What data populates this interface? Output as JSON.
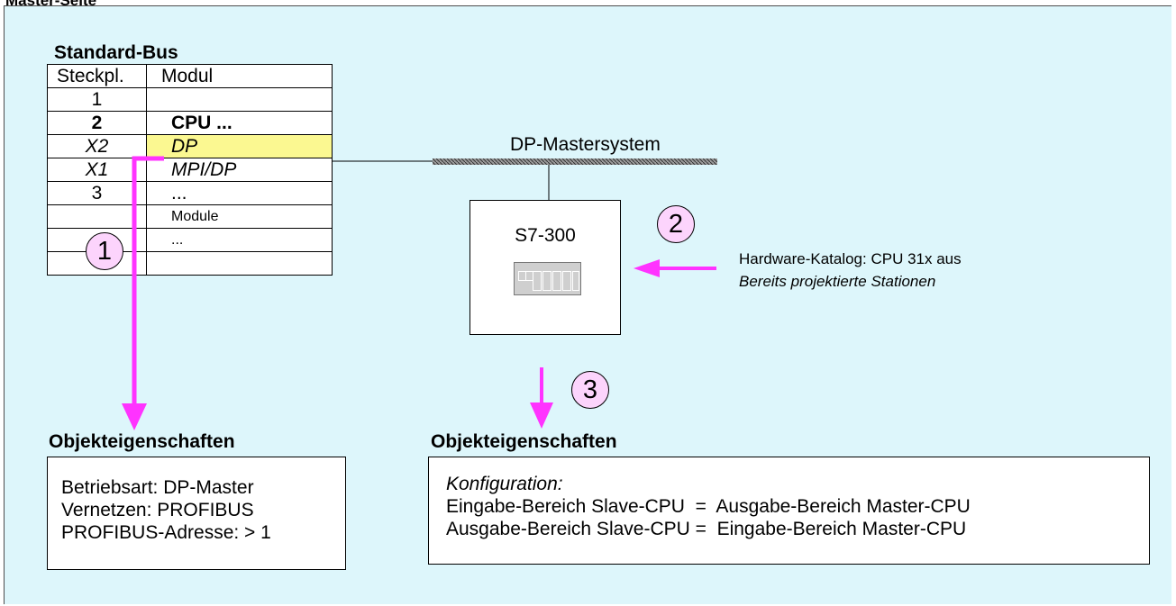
{
  "page_title": "Master-Seite",
  "standard_bus": {
    "heading": "Standard-Bus",
    "columns": [
      "Steckpl.",
      "Modul"
    ],
    "rows": [
      {
        "slot": "1",
        "module": ""
      },
      {
        "slot": "2",
        "module": "CPU ..."
      },
      {
        "slot": "X2",
        "module": "DP"
      },
      {
        "slot": "X1",
        "module": "MPI/DP"
      },
      {
        "slot": "3",
        "module": "..."
      },
      {
        "slot": "",
        "module": "Module"
      },
      {
        "slot": "",
        "module": "..."
      },
      {
        "slot": "",
        "module": ""
      }
    ]
  },
  "bus_label": "DP-Mastersystem",
  "station": {
    "label": "S7-300"
  },
  "steps": [
    "1",
    "2",
    "3"
  ],
  "hardware_catalog": {
    "line1": "Hardware-Katalog: CPU 31x aus",
    "line2": "Bereits projektierte Stationen"
  },
  "props_left": {
    "heading": "Objekteigenschaften",
    "lines": [
      "Betriebsart: DP-Master",
      "Vernetzen: PROFIBUS",
      "PROFIBUS-Adresse: > 1"
    ]
  },
  "props_right": {
    "heading": "Objekteigenschaften",
    "title": "Konfiguration:",
    "lines": [
      "Eingabe-Bereich Slave-CPU  =  Ausgabe-Bereich Master-CPU",
      "Ausgabe-Bereich Slave-CPU =  Eingabe-Bereich Master-CPU"
    ]
  },
  "colors": {
    "panel": "#ddf6fb",
    "highlight": "#fbf891",
    "arrow": "#ff33ff",
    "badge": "#fcd4fc"
  }
}
